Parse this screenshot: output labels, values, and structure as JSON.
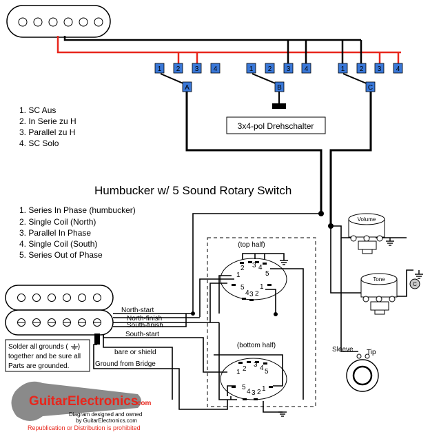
{
  "rotary_switch": {
    "terminals": [
      "1",
      "2",
      "3",
      "4"
    ],
    "wipers": [
      "A",
      "B",
      "C"
    ],
    "label": "3x4-pol Drehschalter"
  },
  "legend_de": [
    "1. SC Aus",
    "2. In Serie zu H",
    "3. Parallel zu H",
    "4. SC Solo"
  ],
  "title": "Humbucker w/ 5 Sound Rotary Switch",
  "legend_en": [
    "1. Series In Phase (humbucker)",
    "2. Single Coil (North)",
    "3. Parallel In Phase",
    "4. Single Coil (South)",
    "5. Series Out of Phase"
  ],
  "wires": {
    "north_start": "North-start",
    "north_finish": "North-finish",
    "south_finish": "South-finish",
    "south_start": "South-start",
    "bare": "bare or shield",
    "ground_bridge": "Ground from Bridge"
  },
  "switch5": {
    "top_half": "(top half)",
    "bottom_half": "(bottom half)",
    "pin_numbers": [
      "1",
      "2",
      "3",
      "4",
      "5"
    ]
  },
  "pots": {
    "volume": "Volume",
    "tone": "Tone",
    "cap": "C"
  },
  "jack": {
    "sleeve": "Sleeve",
    "tip": "Tip"
  },
  "solder_note": {
    "line1": "Solder all grounds (",
    "line1_end": ")",
    "line2": "together and be sure all",
    "line3": "Parts are grounded."
  },
  "logo": {
    "brand": "GuitarElectronics",
    "suffix": ".com",
    "line1": "Diagram designed and owned",
    "line2": "by GuitarElectronics.com",
    "line3": "Republication or Distribution is prohibited"
  },
  "colors": {
    "hot": "#e8261c",
    "wire": "#000000",
    "terminal": "#3a78d8"
  }
}
